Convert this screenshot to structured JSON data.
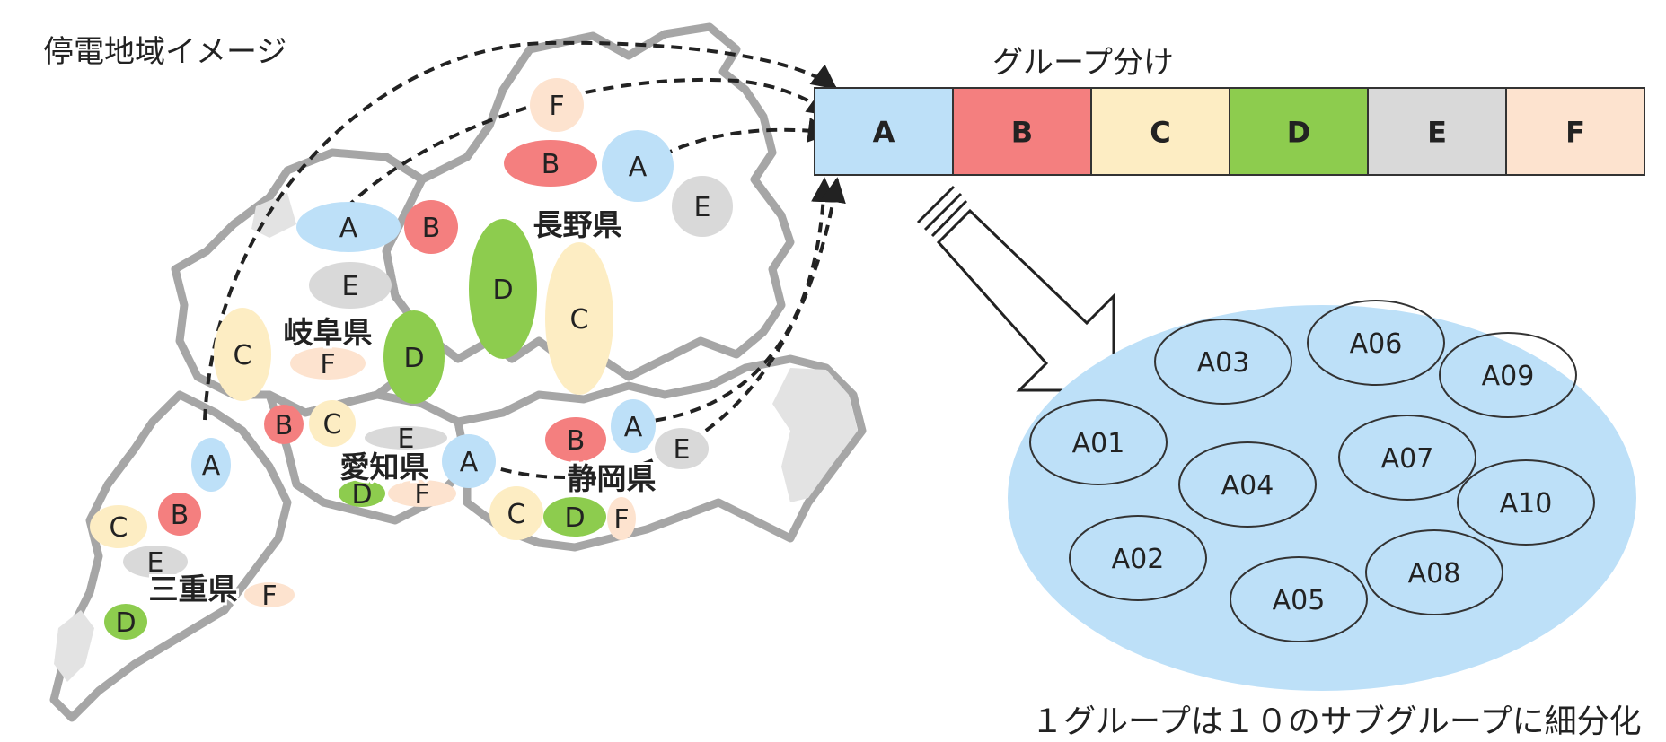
{
  "map_title": "停電地域イメージ",
  "groups_title": "グループ分け",
  "caption": "１グループは１０のサブグループに細分化",
  "groups": [
    {
      "label": "A",
      "color": "#bde0f8"
    },
    {
      "label": "B",
      "color": "#f47f7f"
    },
    {
      "label": "C",
      "color": "#fdedc3"
    },
    {
      "label": "D",
      "color": "#8dcc4e"
    },
    {
      "label": "E",
      "color": "#d9d9d9"
    },
    {
      "label": "F",
      "color": "#fde3cf"
    }
  ],
  "prefectures": [
    {
      "name": "長野県"
    },
    {
      "name": "岐阜県"
    },
    {
      "name": "愛知県"
    },
    {
      "name": "静岡県"
    },
    {
      "name": "三重県"
    }
  ],
  "map_bubbles": [
    "F",
    "B",
    "A",
    "E",
    "A",
    "B",
    "E",
    "D",
    "C",
    "C",
    "D",
    "F",
    "A",
    "B",
    "C",
    "E",
    "A",
    "B",
    "A",
    "E",
    "D",
    "F",
    "C",
    "D",
    "F",
    "C",
    "B",
    "E",
    "F",
    "D"
  ],
  "subgroups": [
    "A01",
    "A02",
    "A03",
    "A04",
    "A05",
    "A06",
    "A07",
    "A08",
    "A09",
    "A10"
  ]
}
